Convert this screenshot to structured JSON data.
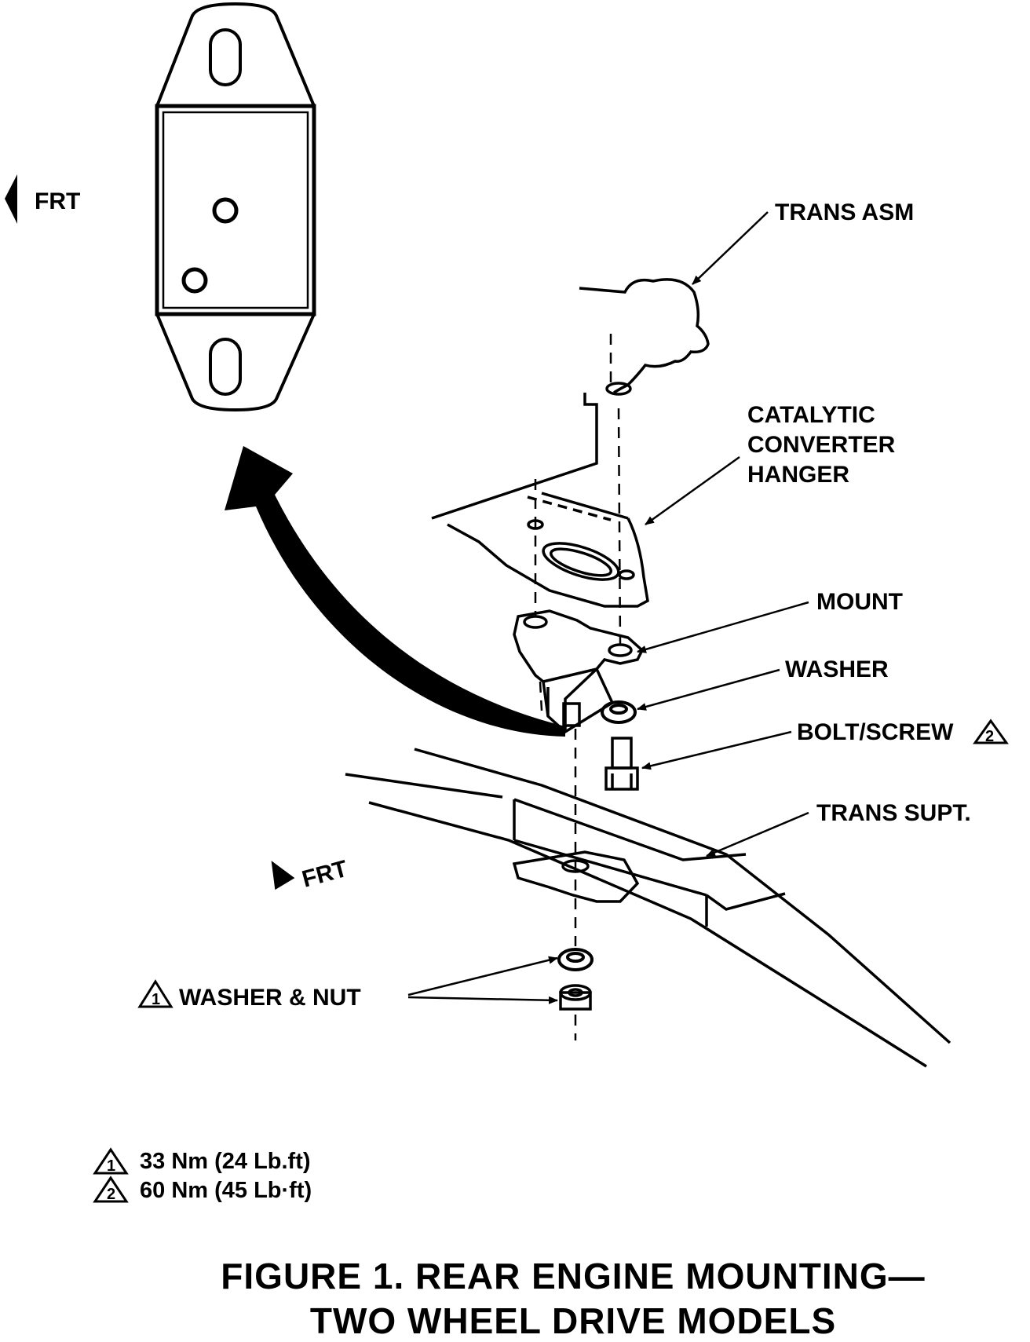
{
  "labels": {
    "frt_top": "FRT",
    "frt_lower": "FRT",
    "trans_asm": "TRANS ASM",
    "catalytic_1": "CATALYTIC",
    "catalytic_2": "CONVERTER",
    "catalytic_3": "HANGER",
    "mount": "MOUNT",
    "washer": "WASHER",
    "bolt_screw": "BOLT/SCREW",
    "trans_supt": "TRANS SUPT.",
    "washer_nut": "WASHER & NUT"
  },
  "torque_markers": {
    "one": "1",
    "two": "2"
  },
  "torque_specs": [
    {
      "marker": "1",
      "text": "33 Nm (24 Lb.ft)"
    },
    {
      "marker": "2",
      "text": "60 Nm (45 Lb·ft)"
    }
  ],
  "caption": {
    "line1": "FIGURE 1. REAR ENGINE MOUNTING—",
    "line2": "TWO WHEEL DRIVE MODELS"
  }
}
